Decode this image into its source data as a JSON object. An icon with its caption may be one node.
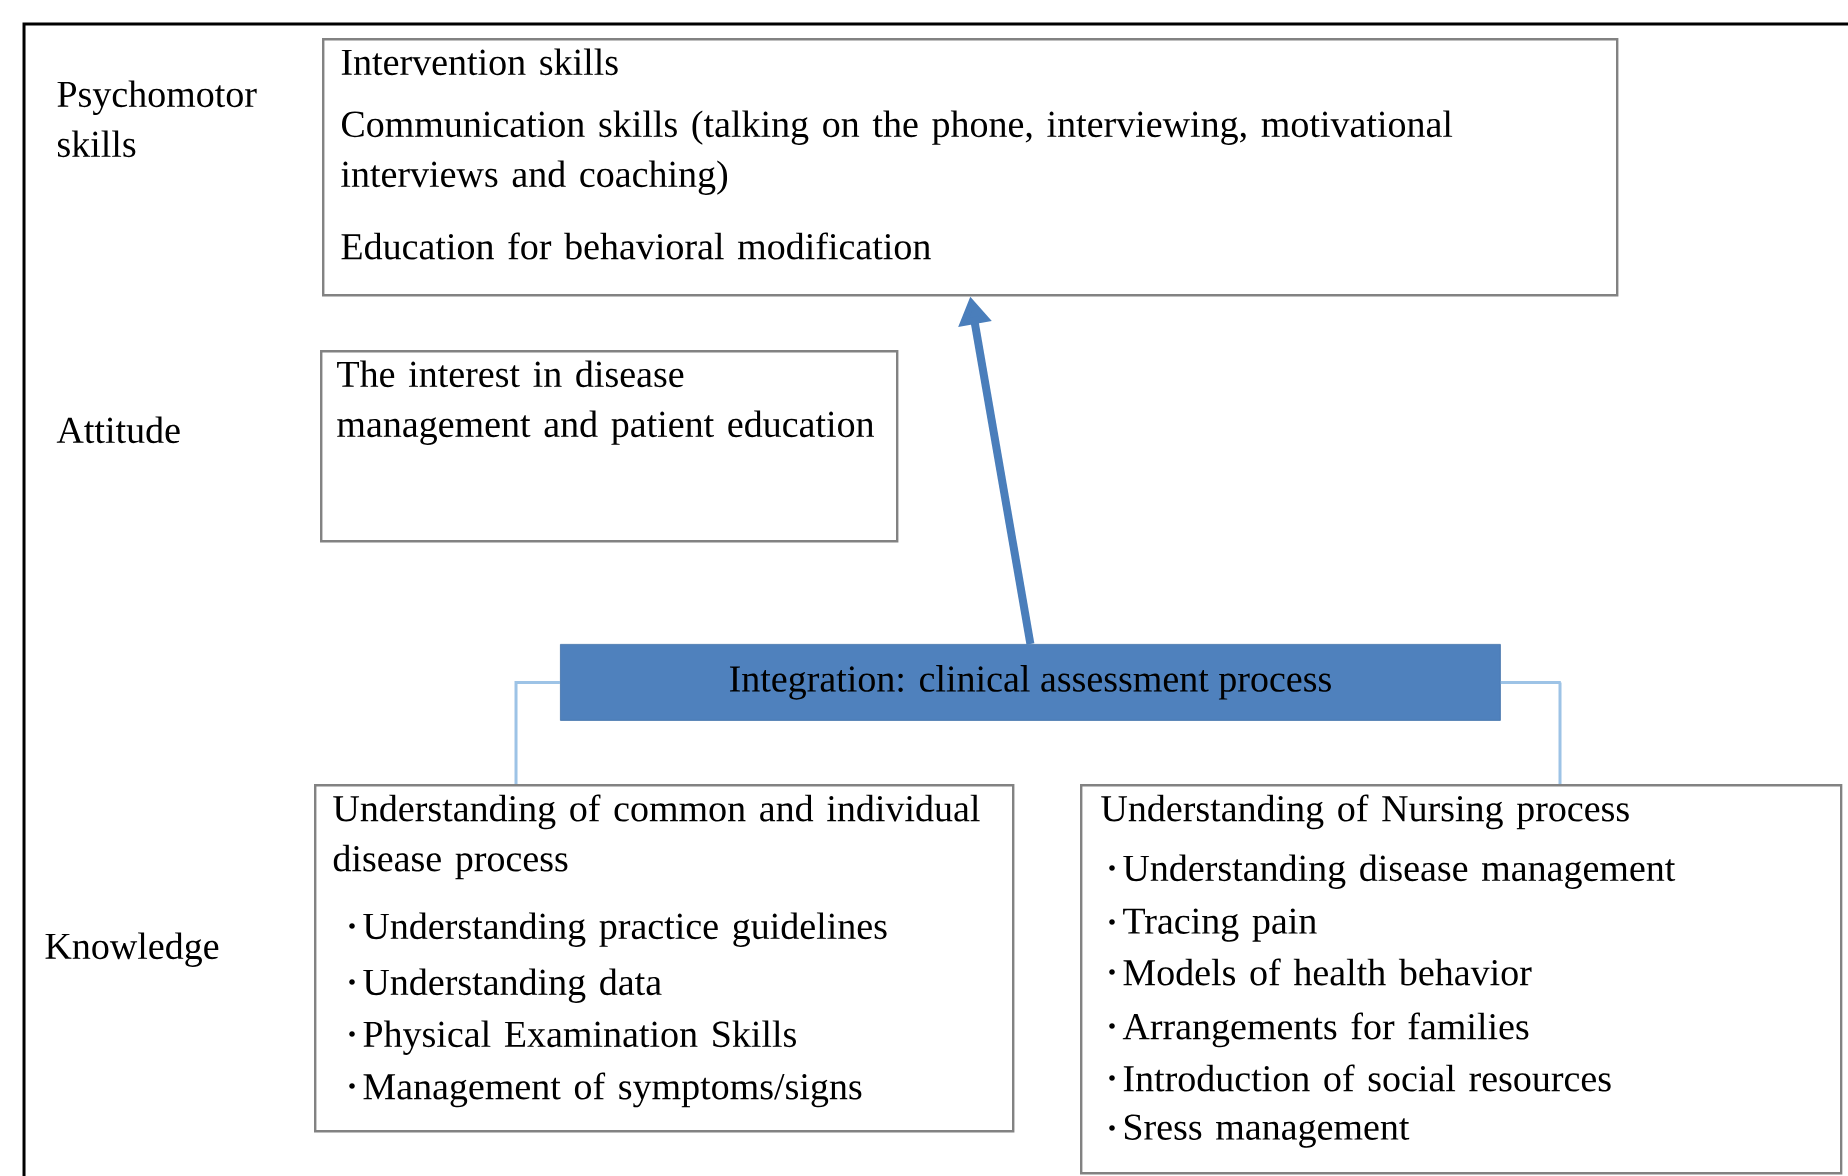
{
  "diagram": {
    "nodes": [
      {
        "text": [
          "Intervention skills",
          "Communication skills (talking on the phone, interviewing, motivational interviews and coaching)",
          "Education for behavioral modification"
        ]
      },
      {
        "text": [
          "The interest in disease management and patient education"
        ]
      },
      {
        "text": [
          "Integration: clinical assessment process"
        ]
      },
      {
        "text": [
          "Understanding of common and individual disease process",
          "Understanding practice guidelines",
          "Understanding data",
          "Physical Examination Skills",
          "Management of symptoms/signs"
        ]
      },
      {
        "text": [
          "Understanding of Nursing process",
          "Understanding disease management",
          "Tracing pain",
          "Models of health behavior",
          "Arrangements for families",
          "Introduction of social resources",
          "Sress management"
        ]
      }
    ],
    "edges": [
      {
        "from": 2,
        "to": 0,
        "arrow": "to",
        "style": "thick",
        "color": "#4a7ebb"
      },
      {
        "from": 2,
        "to": 3,
        "arrow": "none"
      },
      {
        "from": 2,
        "to": 4,
        "arrow": "none"
      }
    ],
    "labels": [
      "Psychomotor skills",
      "Attitude",
      "Knowledge"
    ]
  }
}
